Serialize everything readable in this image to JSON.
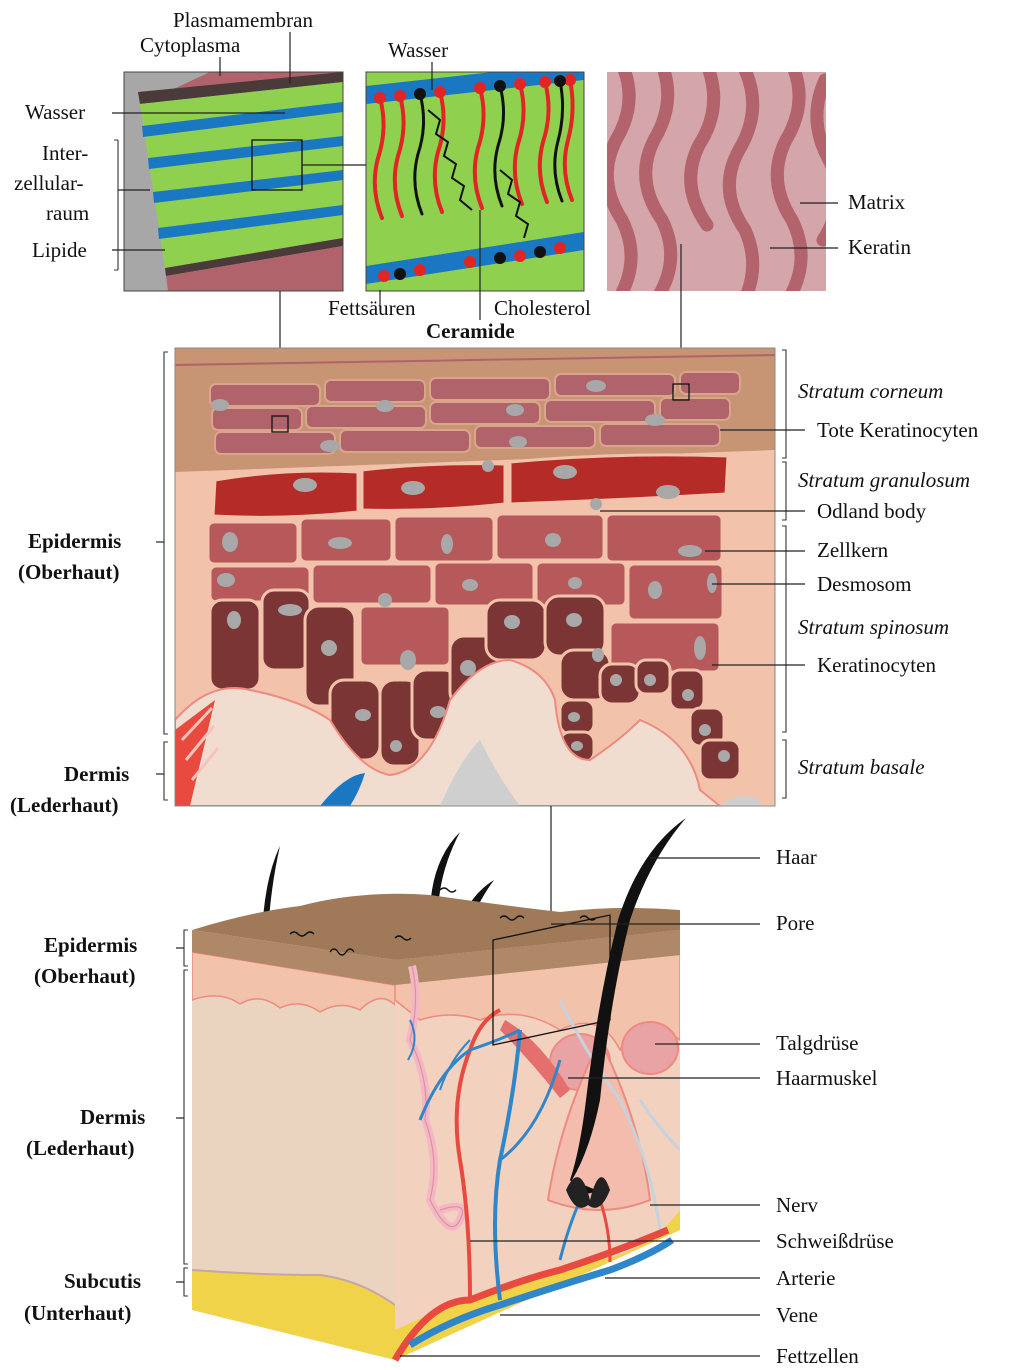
{
  "top_panels": {
    "membrane": {
      "labels": {
        "plasmamembran": "Plasmamembran",
        "cytoplasma": "Cytoplasma",
        "wasser": "Wasser",
        "inter1": "Inter-",
        "inter2": "zellular-",
        "inter3": "raum",
        "lipide": "Lipide"
      }
    },
    "ceramide": {
      "labels": {
        "wasser": "Wasser",
        "fettsaeuren": "Fettsäuren",
        "cholesterol": "Cholesterol",
        "title": "Ceramide"
      }
    },
    "keratin": {
      "labels": {
        "matrix": "Matrix",
        "keratin": "Keratin"
      }
    }
  },
  "epidermis_detail": {
    "left_labels": {
      "epi1": "Epidermis",
      "epi2": "(Oberhaut)",
      "derm1": "Dermis",
      "derm2": "(Lederhaut)"
    },
    "layers": {
      "corneum": "Stratum corneum",
      "granulosum": "Stratum granulosum",
      "spinosum": "Stratum spinosum",
      "basale": "Stratum basale"
    },
    "parts": {
      "tote": "Tote Keratinocyten",
      "odland": "Odland body",
      "zellkern": "Zellkern",
      "desmosom": "Desmosom",
      "keratinocyten": "Keratinocyten"
    }
  },
  "skin_block": {
    "left_labels": {
      "epi1": "Epidermis",
      "epi2": "(Oberhaut)",
      "derm1": "Dermis",
      "derm2": "(Lederhaut)",
      "sub1": "Subcutis",
      "sub2": "(Unterhaut)"
    },
    "parts": {
      "haar": "Haar",
      "pore": "Pore",
      "talgdruese": "Talgdrüse",
      "haarmuskel": "Haarmuskel",
      "nerv": "Nerv",
      "schweissdruese": "Schweißdrüse",
      "arterie": "Arterie",
      "vene": "Vene",
      "fettzellen": "Fettzellen"
    }
  },
  "colors": {
    "lipid_green": "#8fd14f",
    "water_blue": "#1a78c2",
    "membrane_rose": "#b0636b",
    "corneum_tan": "#c89574",
    "granulosum_red": "#b52b27",
    "spinosum_rose": "#b7585a",
    "basale_dark": "#7a3534",
    "skin_peach": "#f2c2ab",
    "dermis_beige": "#ead4c0",
    "fat_yellow": "#f1d34a",
    "artery_red": "#e84a3f",
    "vein_blue": "#2f86c8",
    "hair_black": "#111111"
  }
}
